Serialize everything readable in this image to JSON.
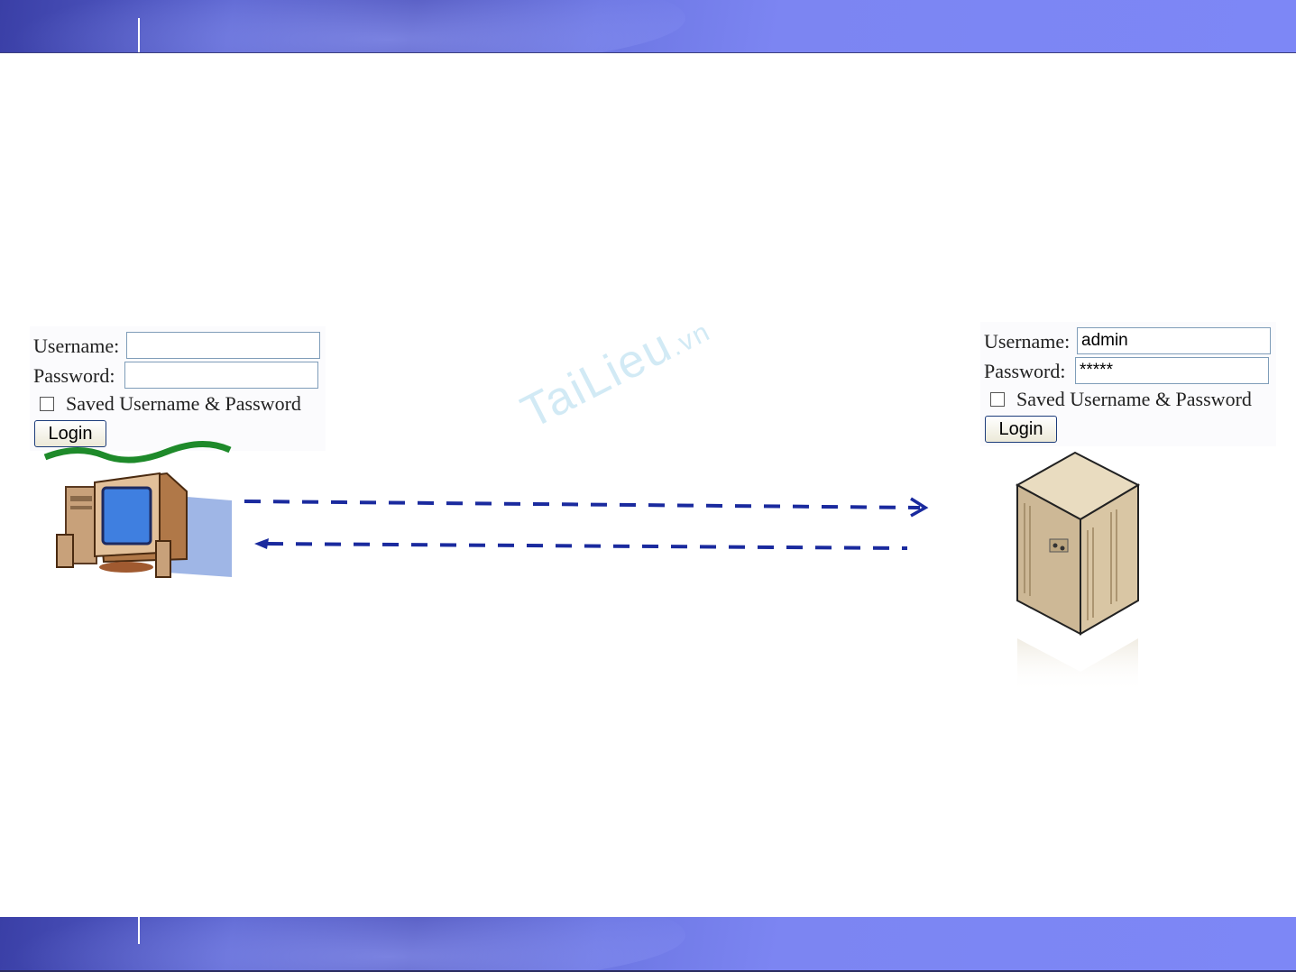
{
  "colors": {
    "band": "#7d87f6",
    "arrow": "#1a2a9e",
    "input_border": "#7f9db9"
  },
  "watermark": {
    "text": "TaiLieu",
    "suffix": ".vn"
  },
  "client_form": {
    "username_label": "Username:",
    "username_value": "",
    "password_label": "Password:",
    "password_value": "",
    "remember_label": "Saved Username & Password",
    "remember_checked": false,
    "login_label": "Login"
  },
  "server_form": {
    "username_label": "Username:",
    "username_value": "admin",
    "password_label": "Password:",
    "password_value": "*****",
    "remember_label": "Saved Username & Password",
    "remember_checked": false,
    "login_label": "Login"
  },
  "icons": {
    "client": "desktop-computer-icon",
    "server": "server-tower-icon"
  },
  "arrows": [
    {
      "from": "client",
      "to": "server",
      "style": "dashed"
    },
    {
      "from": "server",
      "to": "client",
      "style": "dashed"
    }
  ]
}
